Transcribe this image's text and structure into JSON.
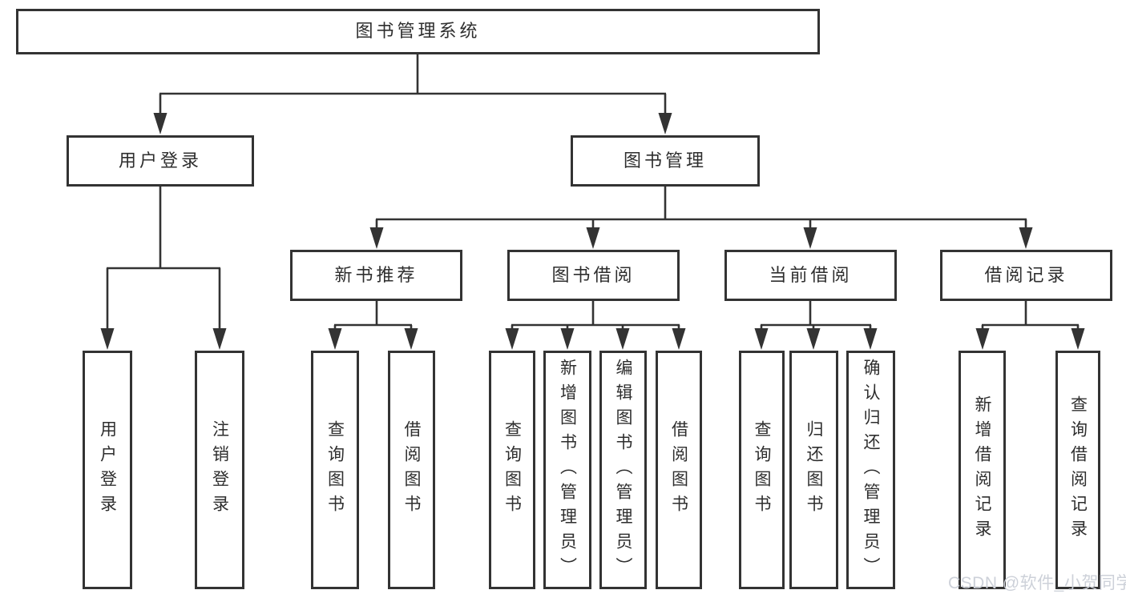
{
  "diagram": {
    "label": "图书管理系统",
    "children": [
      {
        "label": "用户登录",
        "children": [
          {
            "label": "用户登录"
          },
          {
            "label": "注销登录"
          }
        ]
      },
      {
        "label": "图书管理",
        "children": [
          {
            "label": "新书推荐",
            "children": [
              {
                "label": "查询图书"
              },
              {
                "label": "借阅图书"
              }
            ]
          },
          {
            "label": "图书借阅",
            "children": [
              {
                "label": "查询图书"
              },
              {
                "label": "新增图书（管理员）"
              },
              {
                "label": "编辑图书（管理员）"
              },
              {
                "label": "借阅图书"
              }
            ]
          },
          {
            "label": "当前借阅",
            "children": [
              {
                "label": "查询图书"
              },
              {
                "label": "归还图书"
              },
              {
                "label": "确认归还（管理员）"
              }
            ]
          },
          {
            "label": "借阅记录",
            "children": [
              {
                "label": "新增借阅记录"
              },
              {
                "label": "查询借阅记录"
              }
            ]
          }
        ]
      }
    ]
  },
  "style": {
    "ink_color": "#333333",
    "watermark_color": "#cdd1d9"
  },
  "watermark": {
    "text": "CSDN @软件_小贺同学"
  }
}
